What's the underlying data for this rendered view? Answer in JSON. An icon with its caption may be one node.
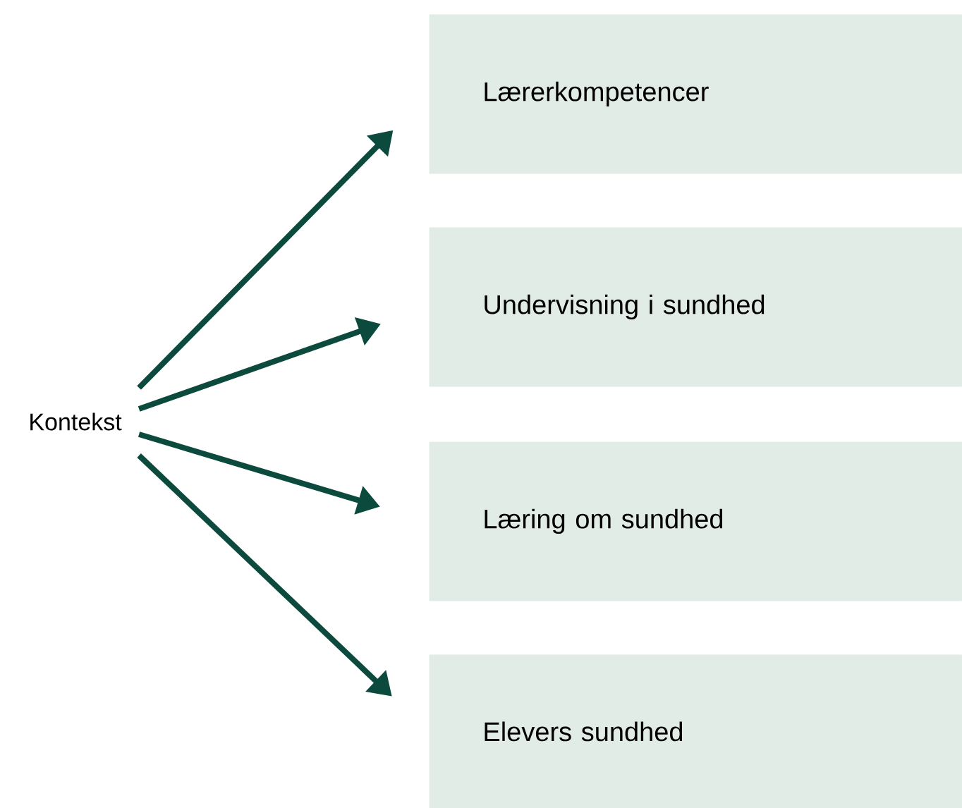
{
  "diagram": {
    "nodes": [
      {
        "text": [
          "Kontekst"
        ]
      },
      {
        "text": [
          "Lærerkompetencer"
        ]
      },
      {
        "text": [
          "Undervisning i sundhed"
        ]
      },
      {
        "text": [
          "Læring om sundhed"
        ]
      },
      {
        "text": [
          "Elevers sundhed"
        ]
      }
    ],
    "edges": [
      {
        "from": 0,
        "to": 1,
        "arrow": "to"
      },
      {
        "from": 0,
        "to": 2,
        "arrow": "to"
      },
      {
        "from": 0,
        "to": 3,
        "arrow": "to"
      },
      {
        "from": 0,
        "to": 4,
        "arrow": "to"
      }
    ]
  }
}
